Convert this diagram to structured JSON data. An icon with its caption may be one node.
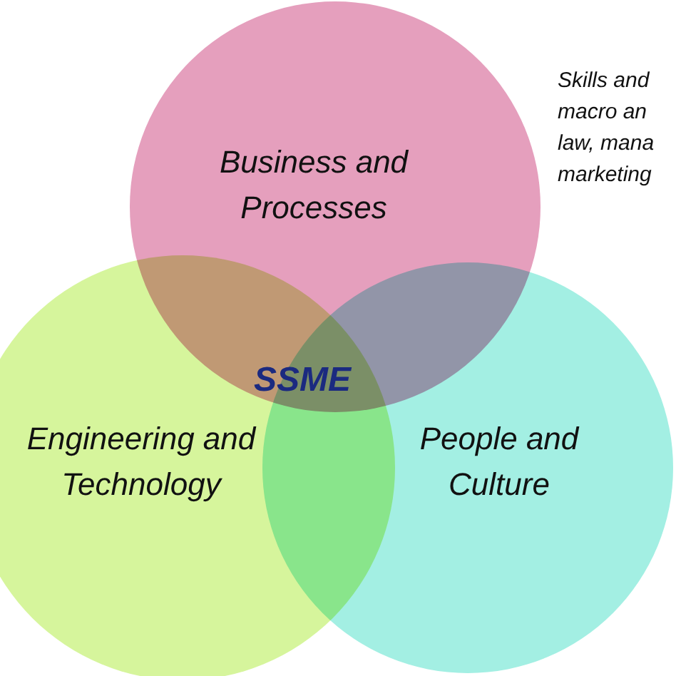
{
  "diagram": {
    "nodes": [
      {
        "text": [
          "Business and Processes"
        ]
      },
      {
        "text": [
          "Engineering and Technology"
        ]
      },
      {
        "text": [
          "People and Culture"
        ]
      }
    ],
    "edges": [],
    "labels": [
      "SSME",
      "Skills and",
      "macro an",
      "law, mana",
      "marketing"
    ]
  }
}
